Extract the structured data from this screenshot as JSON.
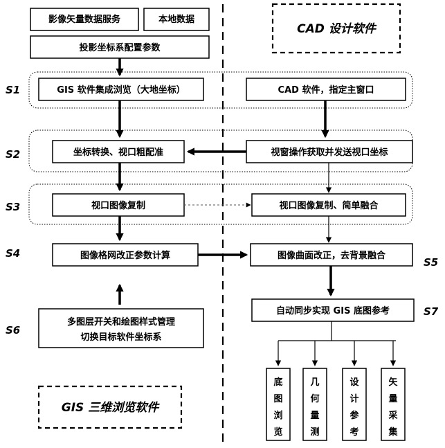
{
  "left_top": {
    "image_vector_service": "影像矢量数据服务",
    "local_data": "本地数据",
    "projection_config": "投影坐标系配置参数"
  },
  "titles": {
    "cad_software": "CAD 设计软件",
    "gis_software": "GIS 三维浏览软件"
  },
  "steps": {
    "s1": "S1",
    "s2": "S2",
    "s3": "S3",
    "s4": "S4",
    "s5": "S5",
    "s6": "S6",
    "s7": "S7"
  },
  "left": {
    "gis_browse": "GIS 软件集成浏览（大地坐标）",
    "coord_transform": "坐标转换、视口粗配准",
    "viewport_copy": "视口图像复制",
    "grid_correction": "图像格网改正参数计算",
    "layer_line1": "多图层开关和绘图样式管理",
    "layer_line2": "切换目标软件坐标系"
  },
  "right": {
    "cad_main": "CAD 软件，指定主窗口",
    "window_op": "视窗操作获取并发送视口坐标",
    "viewport_copy_merge": "视口图像复制、简单融合",
    "surface_correction": "图像曲面改正，去背景融合",
    "auto_sync": "自动同步实现 GIS 底图参考"
  },
  "outputs": [
    [
      "底",
      "图",
      "浏",
      "览"
    ],
    [
      "几",
      "何",
      "量",
      "测"
    ],
    [
      "设",
      "计",
      "参",
      "考"
    ],
    [
      "矢",
      "量",
      "采",
      "集"
    ]
  ]
}
